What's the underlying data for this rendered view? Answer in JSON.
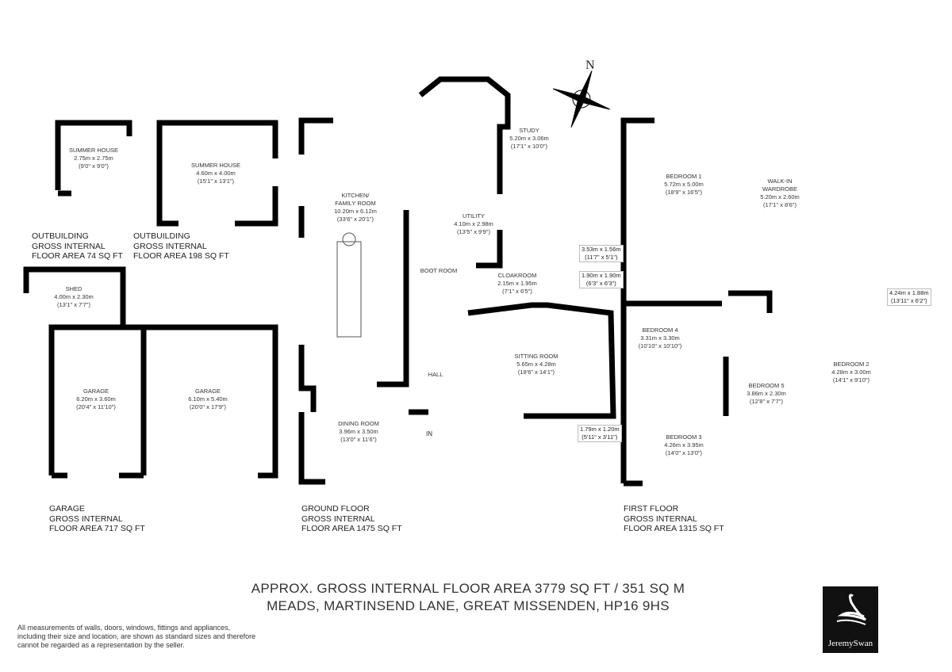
{
  "compass": {
    "label": "N"
  },
  "rooms": {
    "summer_house_small": {
      "name": "Summer House",
      "metric": "2.75m x 2.75m",
      "imperial": "(9'0\" x 9'0\")"
    },
    "summer_house_large": {
      "name": "Summer House",
      "metric": "4.60m x 4.00m",
      "imperial": "(15'1\" x 13'1\")"
    },
    "shed": {
      "name": "Shed",
      "metric": "4.00m x 2.30m",
      "imperial": "(13'1\" x 7'7\")"
    },
    "garage_1": {
      "name": "Garage",
      "metric": "6.20m x 3.60m",
      "imperial": "(20'4\" x 11'10\")"
    },
    "garage_2": {
      "name": "Garage",
      "metric": "6.10m x 5.40m",
      "imperial": "(20'0\" x 17'9\")"
    },
    "kitchen": {
      "name": "Kitchen/",
      "name2": "Family Room",
      "metric": "10.20m x 6.12m",
      "imperial": "(33'6\" x 20'1\")"
    },
    "study": {
      "name": "Study",
      "metric": "5.20m x 3.06m",
      "imperial": "(17'1\" x 10'0\")"
    },
    "utility": {
      "name": "Utility",
      "metric": "4.10m x 2.98m",
      "imperial": "(13'5\" x 9'9\")"
    },
    "boot_room": {
      "name": "Boot Room"
    },
    "cloakroom": {
      "name": "Cloakroom",
      "metric": "2.15m x 1.95m",
      "imperial": "(7'1\" x 6'5\")"
    },
    "hall": {
      "name": "Hall"
    },
    "sitting_room": {
      "name": "Sitting Room",
      "metric": "5.65m x 4.28m",
      "imperial": "(18'6\" x 14'1\")"
    },
    "dining_room": {
      "name": "Dining Room",
      "metric": "3.96m x 3.50m",
      "imperial": "(13'0\" x 11'6\")"
    },
    "bedroom_1": {
      "name": "Bedroom 1",
      "metric": "5.72m x 5.00m",
      "imperial": "(18'9\" x 16'5\")"
    },
    "walk_in_wardrobe": {
      "name": "Walk-in",
      "name2": "Wardrobe",
      "metric": "5.20m x 2.60m",
      "imperial": "(17'1\" x 8'6\")"
    },
    "bedroom_2": {
      "name": "Bedroom 2",
      "metric": "4.28m x 3.00m",
      "imperial": "(14'1\" x 9'10\")"
    },
    "bedroom_3": {
      "name": "Bedroom 3",
      "metric": "4.26m x 3.95m",
      "imperial": "(14'0\" x 13'0\")"
    },
    "bedroom_4": {
      "name": "Bedroom 4",
      "metric": "3.31m x 3.30m",
      "imperial": "(10'10\" x 10'10\")"
    },
    "bedroom_5": {
      "name": "Bedroom 5",
      "metric": "3.86m x 2.30m",
      "imperial": "(12'8\" x 7'7\")"
    }
  },
  "callouts": [
    {
      "metric": "3.53m x 1.56m",
      "imperial": "(11'7\" x 5'1\")"
    },
    {
      "metric": "1.90m x 1.90m",
      "imperial": "(6'3\" x 6'3\")"
    },
    {
      "metric": "1.79m x 1.20m",
      "imperial": "(5'11\" x 3'11\")"
    },
    {
      "metric": "4.24m x 1.88m",
      "imperial": "(13'11\" x 6'2\")"
    }
  ],
  "entrance": "IN",
  "areas": [
    {
      "l1": "OUTBUILDING",
      "l2": "GROSS INTERNAL",
      "l3": "FLOOR AREA 74 SQ FT"
    },
    {
      "l1": "OUTBUILDING",
      "l2": "GROSS INTERNAL",
      "l3": "FLOOR AREA 198 SQ FT"
    },
    {
      "l1": "GARAGE",
      "l2": "GROSS INTERNAL",
      "l3": "FLOOR AREA 717 SQ FT"
    },
    {
      "l1": "GROUND FLOOR",
      "l2": "GROSS INTERNAL",
      "l3": "FLOOR AREA 1475 SQ FT"
    },
    {
      "l1": "FIRST FLOOR",
      "l2": "GROSS INTERNAL",
      "l3": "FLOOR AREA 1315 SQ FT"
    }
  ],
  "summary": {
    "total": "APPROX. GROSS INTERNAL FLOOR AREA 3779 SQ FT / 351 SQ M",
    "address": "MEADS, MARTINSEND LANE, GREAT MISSENDEN, HP16 9HS"
  },
  "disclaimer": {
    "l1": "All measurements of walls, doors, windows, fittings and appliances,",
    "l2": "including their size and location, are shown as standard sizes and therefore",
    "l3": "cannot be regarded as a representation by the seller."
  },
  "logo": {
    "text": "JeremySwan"
  }
}
